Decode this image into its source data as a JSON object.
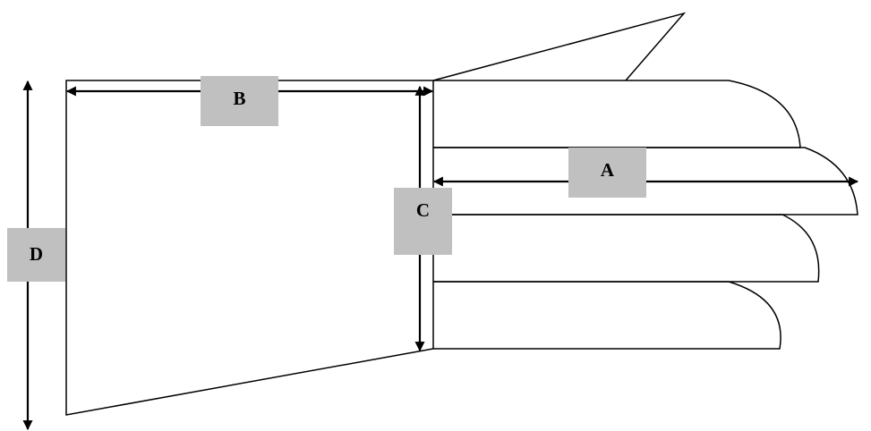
{
  "diagram": {
    "labels": {
      "a": "A",
      "b": "B",
      "c": "C",
      "d": "D"
    },
    "label_box_color": "#c0c0c0",
    "line_color": "#000000"
  }
}
